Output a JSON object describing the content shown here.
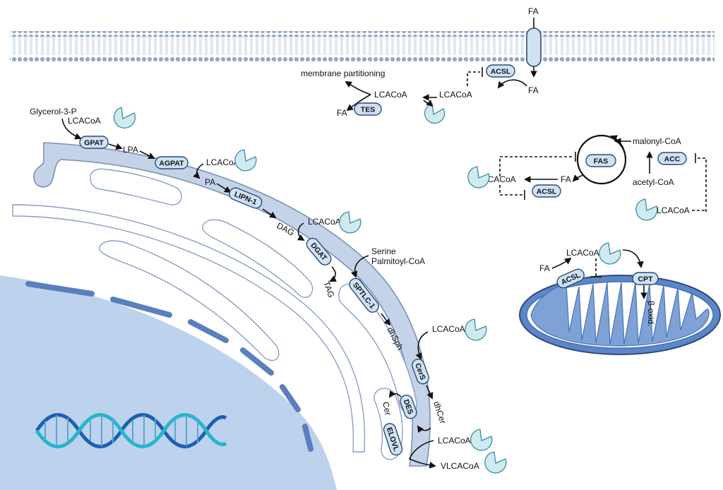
{
  "membrane": {
    "fa_top": "FA",
    "fa_bottom": "FA"
  },
  "cytosol": {
    "membrane_partitioning": "membrane partitioning",
    "lcacoa_left": "LCACoA",
    "lcacoa_right": "LCACoA",
    "fa_tes": "FA",
    "tes": "TES",
    "acsl_top": "ACSL"
  },
  "glycerolipid": {
    "glycerol3p": "Glycerol-3-P",
    "lcacoa1": "LCACoA",
    "gpat": "GPAT",
    "lpa": "LPA",
    "agpat": "AGPAT",
    "lcacoa2": "LCACoA",
    "pa": "PA",
    "lipn1": "LIPN-1",
    "dag": "DAG",
    "lcacoa3": "LCACoA",
    "dgat": "DGAT",
    "tag": "TAG"
  },
  "sphingolipid": {
    "serine": "Serine",
    "palmitoyl": "Palmitoyl-CoA",
    "sptlc1": "SPTLC-1",
    "dhsph": "dhSph",
    "lcacoa": "LCACoA",
    "cers": "CerS",
    "dhcer": "dhCer",
    "des": "DES",
    "cer": "Cer",
    "elovl": "ELOVL",
    "lcacoa_elovl": "LCACoA",
    "vlcacoa": "VLCACoA"
  },
  "denovo": {
    "malonyl": "malonyl-CoA",
    "fas": "FAS",
    "acc": "ACC",
    "acetyl": "acetyl-CoA",
    "fa": "FA",
    "lcacoa_left": "LCACoA",
    "acsl": "ACSL",
    "lcacoa_bottom": "LCACoA"
  },
  "mito": {
    "lcacoa": "LCACoA",
    "fa": "FA",
    "acsl": "ACSL",
    "cpt": "CPT",
    "box": "β-oxid."
  },
  "colors": {
    "pill_fill": "#cfe2f3",
    "pill_stroke": "#2b4b78",
    "er": "#c5d3e8",
    "nucleus": "#bdd2ec",
    "mito": "#5c86c8",
    "lcacoa_icon": "#cfeaf1",
    "dna_a": "#1c5fb0",
    "dna_b": "#26b5c9"
  },
  "icons": [
    "lcacoa-pacman-icon",
    "dna-helix-icon",
    "membrane-channel-icon"
  ]
}
